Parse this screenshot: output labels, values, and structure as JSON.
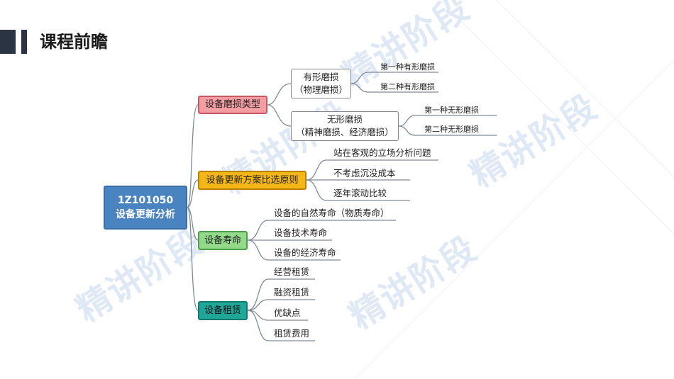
{
  "page": {
    "title": "课程前瞻"
  },
  "watermark": {
    "text": "精讲阶段"
  },
  "mindmap": {
    "root": {
      "code": "1Z101050",
      "title": "设备更新分析"
    },
    "branches": [
      {
        "label": "设备磨损类型",
        "children": [
          {
            "line1": "有形磨损",
            "line2": "（物理磨损）",
            "leaves": [
              "第一种有形磨损",
              "第二种有形磨损"
            ]
          },
          {
            "line1": "无形磨损",
            "line2": "（精神磨损、经济磨损）",
            "leaves": [
              "第一种无形磨损",
              "第二种无形磨损"
            ]
          }
        ]
      },
      {
        "label": "设备更新方案比选原则",
        "leaves": [
          "站在客观的立场分析问题",
          "不考虑沉没成本",
          "逐年滚动比较"
        ]
      },
      {
        "label": "设备寿命",
        "leaves": [
          "设备的自然寿命（物质寿命）",
          "设备技术寿命",
          "设备的经济寿命"
        ]
      },
      {
        "label": "设备租赁",
        "leaves": [
          "经营租赁",
          "融资租赁",
          "优缺点",
          "租赁费用"
        ]
      }
    ]
  },
  "colors": {
    "root": "#4a84c0",
    "branch1": "#f49ea4",
    "branch2": "#f5b617",
    "branch3": "#93da8a",
    "branch4": "#1fa89a",
    "title_bar": "#2b3442"
  }
}
